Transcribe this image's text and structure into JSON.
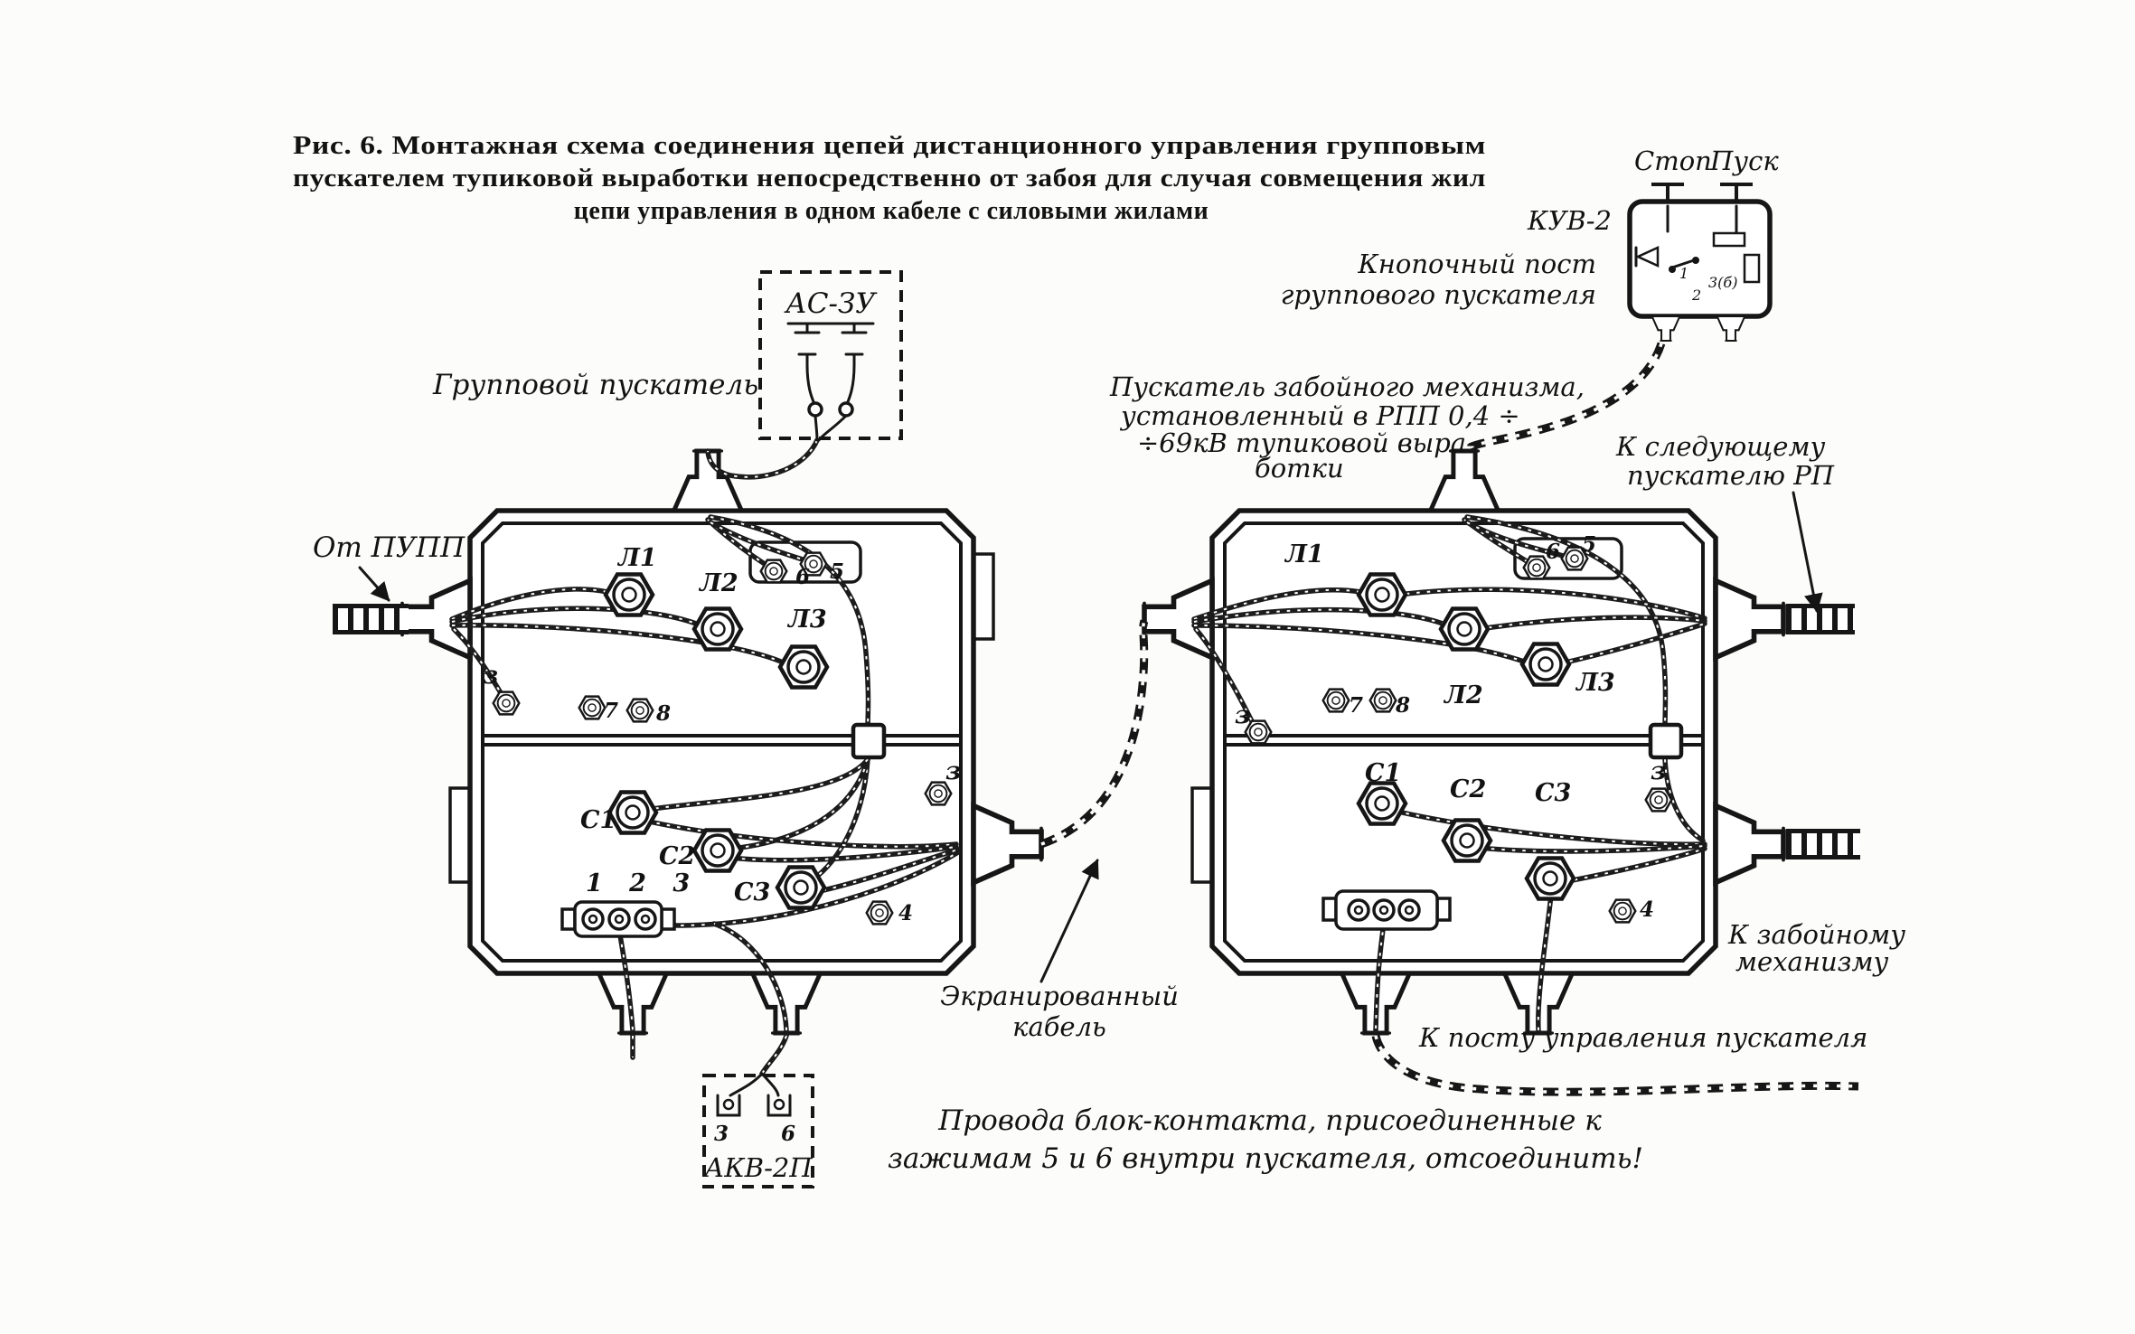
{
  "caption": {
    "line1": "Рис. 6. Монтажная схема соединения цепей дистанционного управления групповым",
    "line2": "пускателем тупиковой выработки непосредственно от забоя для случая совмещения жил",
    "line3": "цепи управления в одном кабеле с силовыми жилами"
  },
  "labels": {
    "stop": "Стоп",
    "pusk": "Пуск",
    "kuv2": "КУВ-2",
    "button_post_1": "Кнопочный пост",
    "button_post_2": "группового пускателя",
    "as_zu": "АС-ЗУ",
    "group_starter": "Групповой пускатель",
    "face_1": "Пускатель забойного механизма,",
    "face_2": "установленный в РПП 0,4 ÷",
    "face_3": "÷69кВ тупиковой выра-",
    "face_4": "ботки",
    "next_1": "К следующему",
    "next_2": "пускателю РП",
    "from_pupp": "От ПУПП",
    "shielded_1": "Экранированный",
    "shielded_2": "кабель",
    "to_control_post": "К посту управления пускателя",
    "to_face_1": "К забойному",
    "to_face_2": "механизму",
    "note_1": "Провода блок-контакта, присоединенные к",
    "note_2": "зажимам 5 и 6 внутри пускателя, отсоединить!",
    "akv2p": "АКВ-2П"
  },
  "kuv_marks": {
    "n1": "1",
    "n2": "2",
    "n3": "3(б)"
  },
  "akv_marks": {
    "t3": "3",
    "t6": "6"
  },
  "left": {
    "l1": "Л1",
    "l2": "Л2",
    "l3": "Л3",
    "c1": "С1",
    "c2": "С2",
    "c3": "С3",
    "t5": "5",
    "t6": "6",
    "t7": "7",
    "t8": "8",
    "t4": "4",
    "strip": "1 2 3",
    "gnd_left": "з",
    "gnd_right": "з"
  },
  "right": {
    "l1": "Л1",
    "l2": "Л2",
    "l3": "Л3",
    "c1": "С1",
    "c2": "С2",
    "c3": "С3",
    "t5": "5",
    "t6": "6",
    "t7": "7",
    "t8": "8",
    "t4": "4",
    "gnd_left": "з",
    "gnd_right": "з"
  }
}
